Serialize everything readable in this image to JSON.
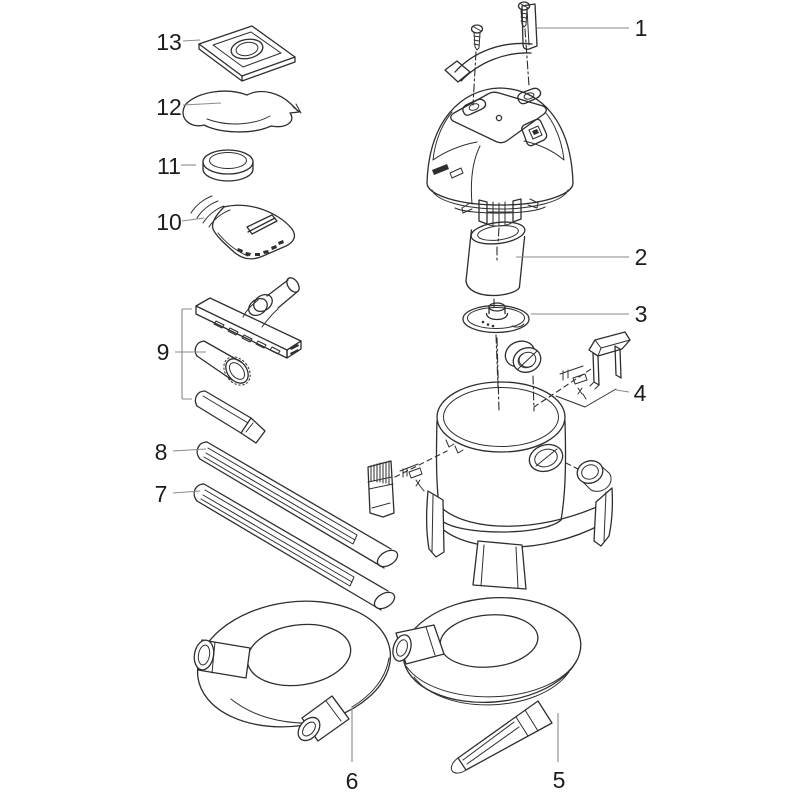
{
  "diagram": {
    "kind": "exploded-parts-diagram",
    "subject": "wet-vacuum-parts-drawing"
  },
  "colors": {
    "line": "#2e2e2e",
    "leader": "#8a8a8a",
    "label": "#1c1c1c",
    "background": "#ffffff"
  },
  "parts": [
    {
      "number": "1",
      "name": "carry-handle-with-screws"
    },
    {
      "number": "2",
      "name": "foam-filter-cartridge"
    },
    {
      "number": "3",
      "name": "float-disc"
    },
    {
      "number": "4",
      "name": "latch-clip-right"
    },
    {
      "number": "5",
      "name": "outlet-hose-with-flat-nozzle"
    },
    {
      "number": "6",
      "name": "suction-hose"
    },
    {
      "number": "7",
      "name": "extension-tube-lower"
    },
    {
      "number": "8",
      "name": "extension-tube-upper"
    },
    {
      "number": "9",
      "name": "nozzle-accessory-set"
    },
    {
      "number": "10",
      "name": "wide-suction-nozzle"
    },
    {
      "number": "11",
      "name": "connection-ring"
    },
    {
      "number": "12",
      "name": "filter-bag"
    },
    {
      "number": "13",
      "name": "filter-cover-plate"
    }
  ]
}
